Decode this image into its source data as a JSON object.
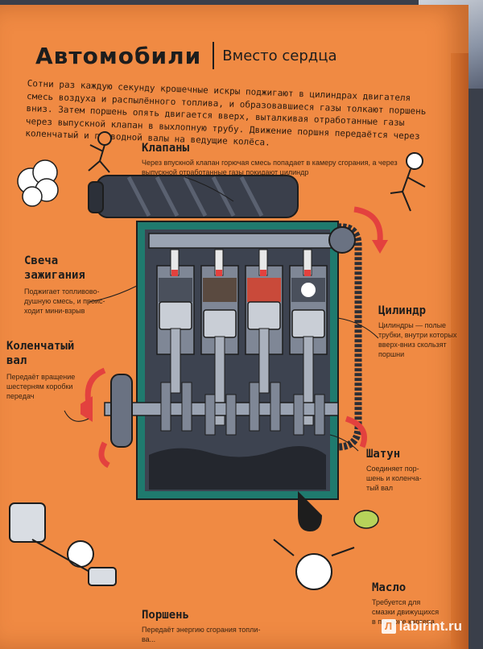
{
  "header": {
    "title": "Автомобили",
    "subtitle": "Вместо сердца"
  },
  "intro": "Сотни раз каждую секунду крошечные искры поджигают в цилиндрах двигателя смесь воздуха и распылённого топлива, и образовавшиеся газы толкают поршень вниз. Затем поршень опять двигается вверх, выталкивая отработанные газы через выпускной клапан в выхлопную трубу. Движение поршня передаётся через коленчатый и приводной валы на ведущие колёса.",
  "labels": {
    "valves": {
      "title": "Клапаны",
      "text": "Через впускной клапан горючая смесь попадает в камеру сгорания, а через выпускной отработанные газы покидают цилиндр"
    },
    "spark": {
      "title_line1": "Свеча",
      "title_line2": "зажигания",
      "text_line1": "Поджигает топливово-",
      "text_line2": "душную смесь, и проис-",
      "text_line3": "ходит мини-взрыв"
    },
    "cylinder": {
      "title": "Цилиндр",
      "text_line1": "Цилиндры — полые",
      "text_line2": "трубки, внутри которых",
      "text_line3": "вверх-вниз скользят",
      "text_line4": "поршни"
    },
    "crankshaft": {
      "title_line1": "Коленчатый",
      "title_line2": "вал",
      "text_line1": "Передаёт вращение",
      "text_line2": "шестерням коробки",
      "text_line3": "передач"
    },
    "rod": {
      "title": "Шатун",
      "text_line1": "Соединяет пор-",
      "text_line2": "шень и коленча-",
      "text_line3": "тый вал"
    },
    "oil": {
      "title": "Масло",
      "text_line1": "Требуется для",
      "text_line2": "смазки движущихся",
      "text_line3": "в поддоне картера"
    },
    "piston": {
      "title": "Поршень",
      "text_line1": "Передаёт энергию сгорания топли-",
      "text_line2": "ва..."
    }
  },
  "watermark": {
    "text": "labirint.ru",
    "icon": "Л"
  },
  "colors": {
    "page": "#f08a43",
    "engine_frame": "#1f7a6e",
    "engine_body": "#3d4350",
    "ink": "#1d1d1d",
    "arrow_red": "#e3413e"
  }
}
